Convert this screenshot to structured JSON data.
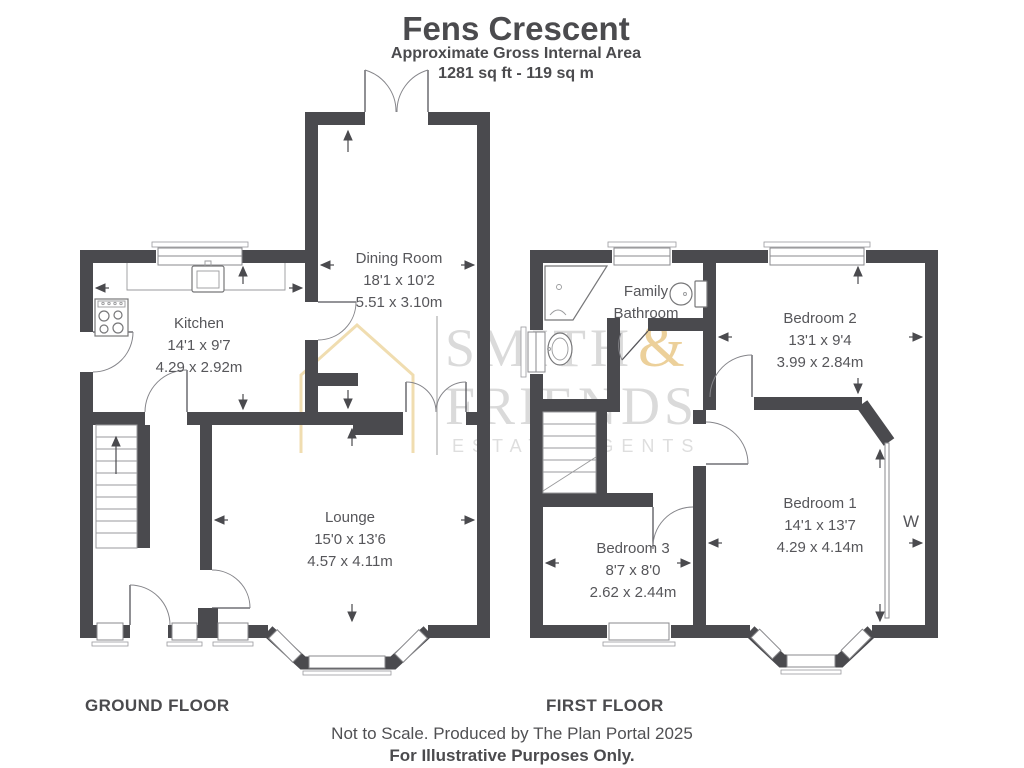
{
  "header": {
    "title": "Fens Crescent",
    "subtitle": "Approximate Gross Internal Area",
    "area": "1281 sq ft - 119 sq m"
  },
  "ground_floor": {
    "label": "GROUND FLOOR",
    "rooms": {
      "kitchen": {
        "name": "Kitchen",
        "imperial": "14'1 x 9'7",
        "metric": "4.29 x 2.92m"
      },
      "dining_room": {
        "name": "Dining Room",
        "imperial": "18'1 x 10'2",
        "metric": "5.51 x 3.10m"
      },
      "lounge": {
        "name": "Lounge",
        "imperial": "15'0 x 13'6",
        "metric": "4.57 x 4.11m"
      }
    }
  },
  "first_floor": {
    "label": "FIRST FLOOR",
    "rooms": {
      "family_bathroom": {
        "name_line1": "Family",
        "name_line2": "Bathroom"
      },
      "bedroom_1": {
        "name": "Bedroom 1",
        "imperial": "14'1 x 13'7",
        "metric": "4.29 x 4.14m"
      },
      "bedroom_2": {
        "name": "Bedroom 2",
        "imperial": "13'1 x 9'4",
        "metric": "3.99 x 2.84m"
      },
      "bedroom_3": {
        "name": "Bedroom 3",
        "imperial": "8'7 x 8'0",
        "metric": "2.62 x 2.44m"
      },
      "wardrobe": {
        "label": "W"
      }
    }
  },
  "footer": {
    "line1": "Not to Scale. Produced by The Plan Portal 2025",
    "line2": "For Illustrative Purposes Only."
  },
  "watermark": {
    "line1": "SMITH",
    "ampersand": "&",
    "line2": "FRIENDS",
    "line3": "ESTATE AGENTS"
  },
  "colors": {
    "wall": "#4a4a4e",
    "room_text": "#56565a",
    "watermark_gray": "#dadada",
    "watermark_gold": "#ecd09a"
  }
}
